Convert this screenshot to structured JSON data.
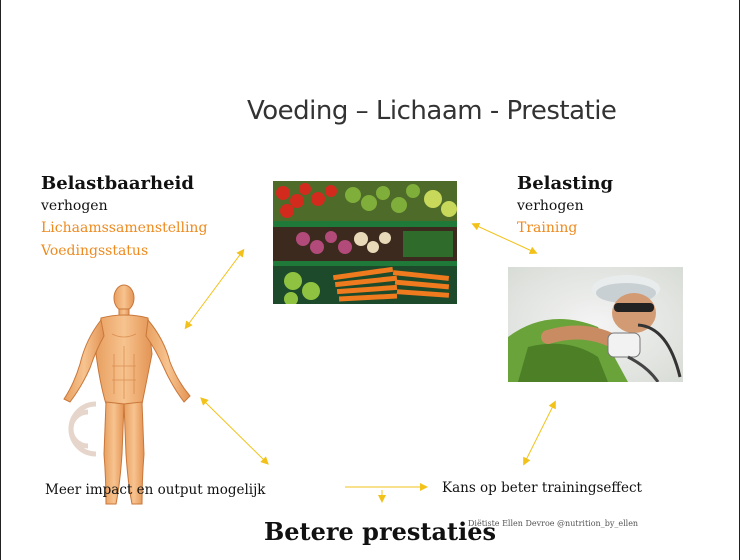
{
  "slide": {
    "title": "Voeding – Lichaam - Prestatie",
    "left": {
      "heading": "Belastbaarheid",
      "sub": "verhogen",
      "items": [
        "Lichaamssamenstelling",
        "Voedingsstatus"
      ]
    },
    "right": {
      "heading": "Belasting",
      "sub": "verhogen",
      "items": [
        "Training"
      ]
    },
    "bottom_left": "Meer impact en output mogelijk",
    "bottom_right": "Kans op beter trainingseffect",
    "conclusion": "Betere prestaties",
    "credit": "Diëtiste Ellen Devroe @nutrition_by_ellen",
    "colors": {
      "accent": "#ee8a1e",
      "arrow": "#f2c21a"
    },
    "images": [
      "vegetable-market-photo",
      "cyclist-photo",
      "human-anatomy-figure"
    ]
  }
}
